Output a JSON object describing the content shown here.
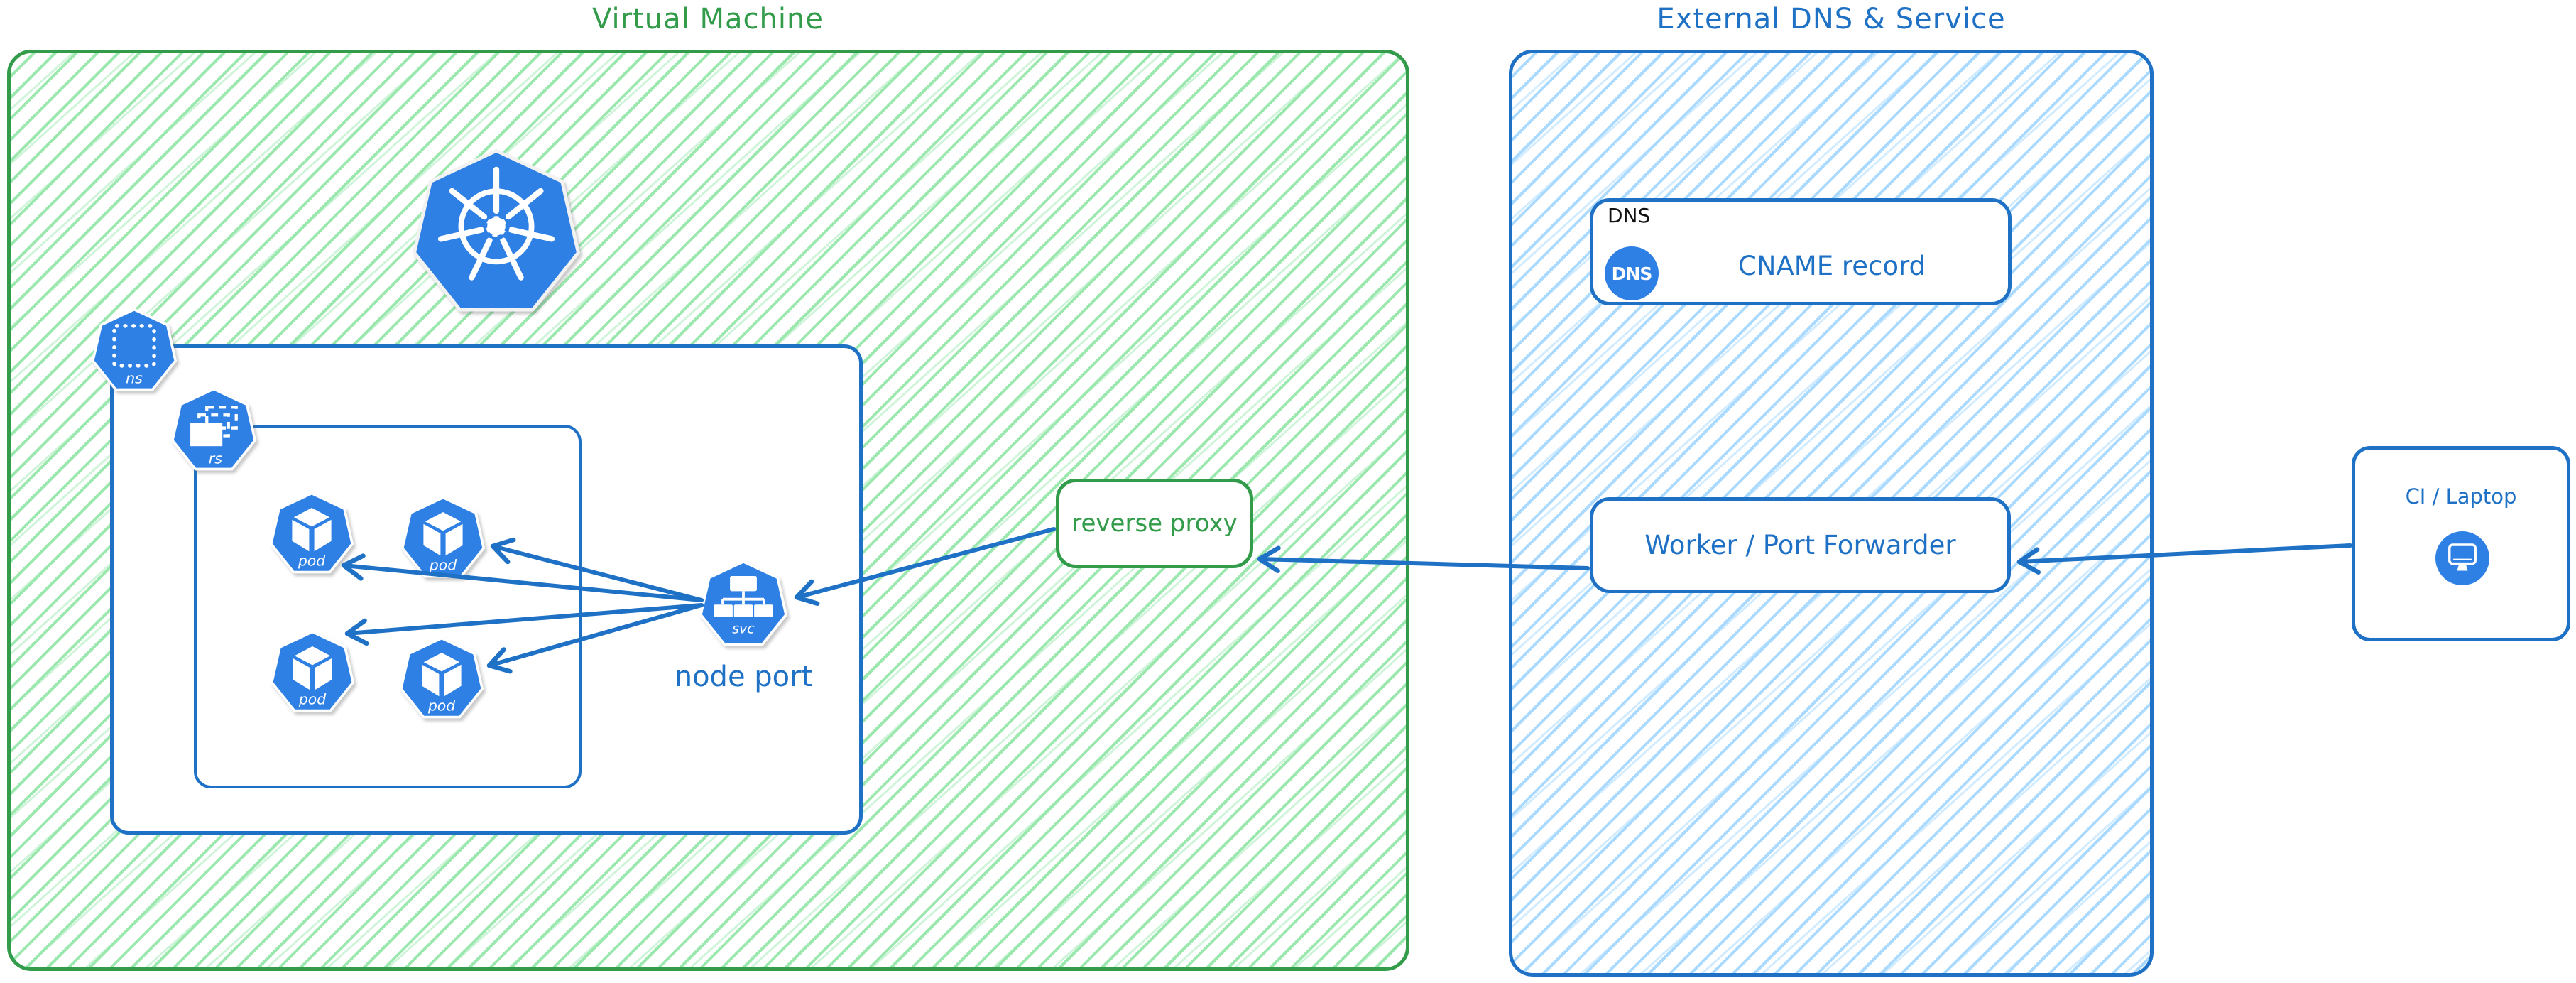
{
  "diagram": {
    "vm_title": "Virtual Machine",
    "ext_title": "External DNS & Service",
    "node_port_label": "node port",
    "reverse_proxy_label": "reverse proxy",
    "dns_tag": "DNS",
    "dns_badge": "DNS",
    "cname_label": "CNAME record",
    "worker_label": "Worker / Port Forwarder",
    "ci_label": "CI / Laptop",
    "k8s_icons": {
      "namespace": "ns",
      "replicaset": "rs",
      "service": "svc",
      "pods": [
        "pod",
        "pod",
        "pod",
        "pod"
      ]
    },
    "icon_names": {
      "logo": "kubernetes-wheel-icon",
      "ci_device": "monitor-icon",
      "dns": "dns-badge-icon"
    },
    "colors": {
      "green": "#339c4a",
      "green_hatch": "#96e7ab",
      "blue": "#1e71c5",
      "blue_hatch": "#a5d8ff",
      "icon_blue": "#2f80e4",
      "dns_tag_black": "#111111"
    }
  }
}
